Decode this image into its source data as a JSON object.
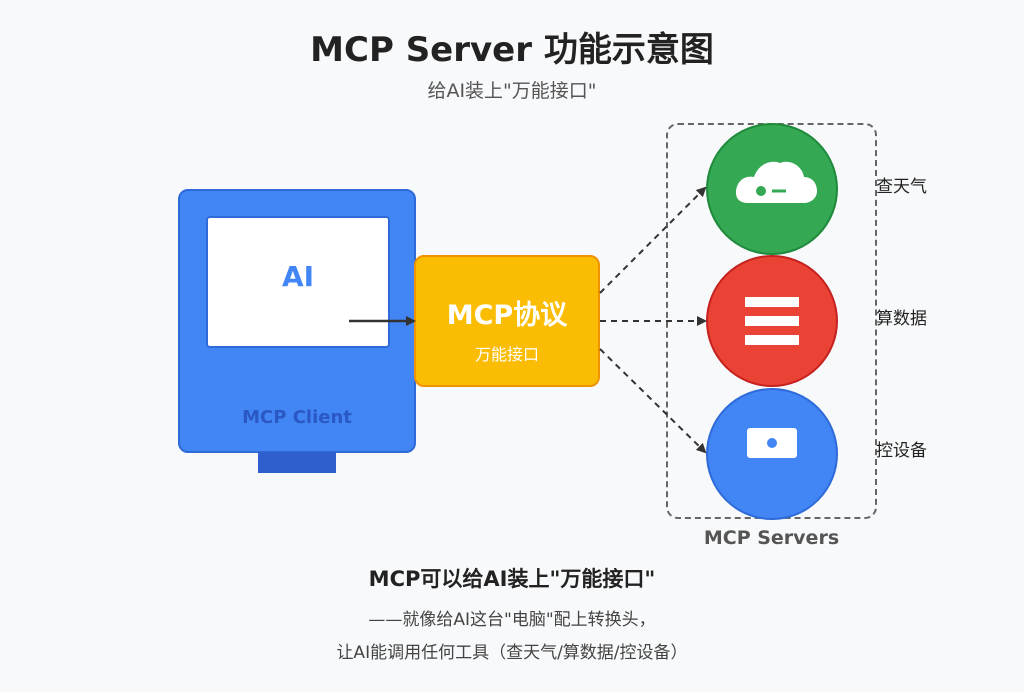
{
  "header": {
    "title": "MCP Server 功能示意图",
    "subtitle": "给AI装上\"万能接口\""
  },
  "client": {
    "screen_label": "AI",
    "label": "MCP Client"
  },
  "protocol": {
    "title": "MCP协议",
    "subtitle": "万能接口"
  },
  "servers": {
    "label": "MCP Servers",
    "items": [
      {
        "text": "查天气",
        "icon": "cloud-icon",
        "color": "#34a853"
      },
      {
        "text": "算数据",
        "icon": "bars-icon",
        "color": "#ea4335"
      },
      {
        "text": "控设备",
        "icon": "device-icon",
        "color": "#4285f4"
      }
    ]
  },
  "footer": {
    "title": "MCP可以给AI装上\"万能接口\"",
    "line1": "——就像给AI这台\"电脑\"配上转换头，",
    "line2": "让AI能调用任何工具（查天气/算数据/控设备）"
  },
  "colors": {
    "client": "#4285f4",
    "protocol": "#fbbc04",
    "weather": "#34a853",
    "calc": "#ea4335",
    "device": "#4285f4"
  }
}
